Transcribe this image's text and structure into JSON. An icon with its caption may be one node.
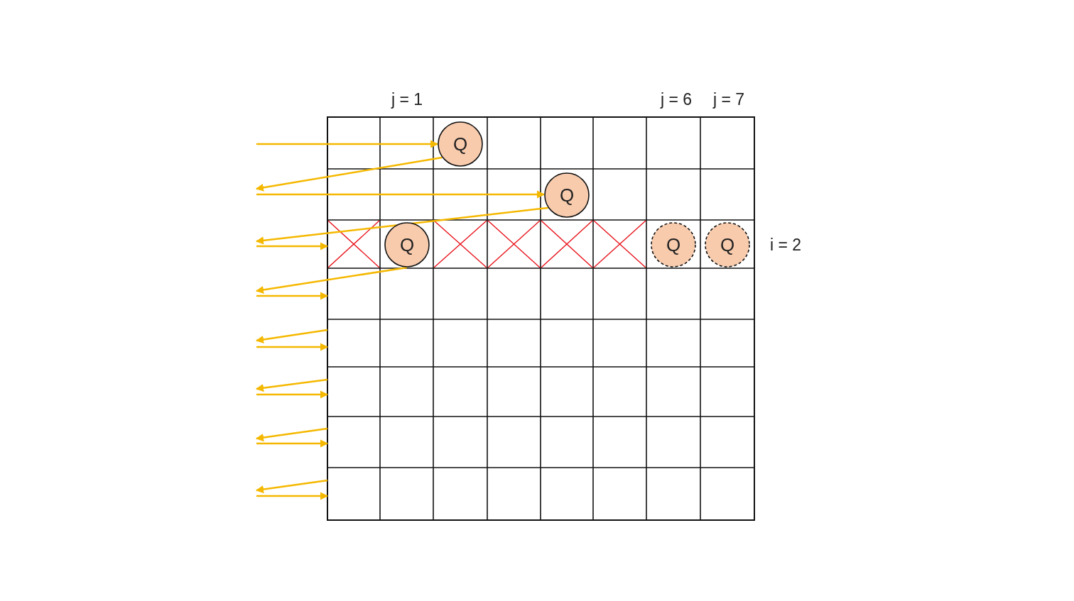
{
  "diagram": {
    "nodes": [
      {
        "text": [],
        "shape": "box"
      },
      {
        "text": [
          "Q"
        ],
        "in": 0
      },
      {
        "text": [
          "Q"
        ],
        "in": 0
      },
      {
        "text": [
          "Q"
        ],
        "in": 0
      },
      {
        "text": [
          "Q"
        ],
        "in": 0
      },
      {
        "text": [
          "Q"
        ],
        "in": 0
      }
    ],
    "edges": [
      {
        "from": null,
        "to": 1,
        "arrow": "to"
      },
      {
        "from": 1,
        "to": null,
        "arrow": "to"
      },
      {
        "from": null,
        "to": 2,
        "arrow": "to"
      },
      {
        "from": 2,
        "to": null,
        "arrow": "to"
      },
      {
        "from": null,
        "to": 0,
        "arrow": "to"
      },
      {
        "from": 3,
        "to": null,
        "arrow": "to"
      },
      {
        "from": null,
        "to": 0,
        "arrow": "to"
      },
      {
        "from": 0,
        "to": null,
        "arrow": "to"
      },
      {
        "from": null,
        "to": 0,
        "arrow": "to"
      },
      {
        "from": 0,
        "to": null,
        "arrow": "to"
      },
      {
        "from": null,
        "to": 0,
        "arrow": "to"
      },
      {
        "from": 0,
        "to": null,
        "arrow": "to"
      },
      {
        "from": null,
        "to": 0,
        "arrow": "to"
      },
      {
        "from": 0,
        "to": null,
        "arrow": "to"
      },
      {
        "from": null,
        "to": 0,
        "arrow": "to"
      }
    ],
    "labels": [
      "j = 1",
      "j = 6",
      "j = 7",
      "i = 2"
    ]
  }
}
